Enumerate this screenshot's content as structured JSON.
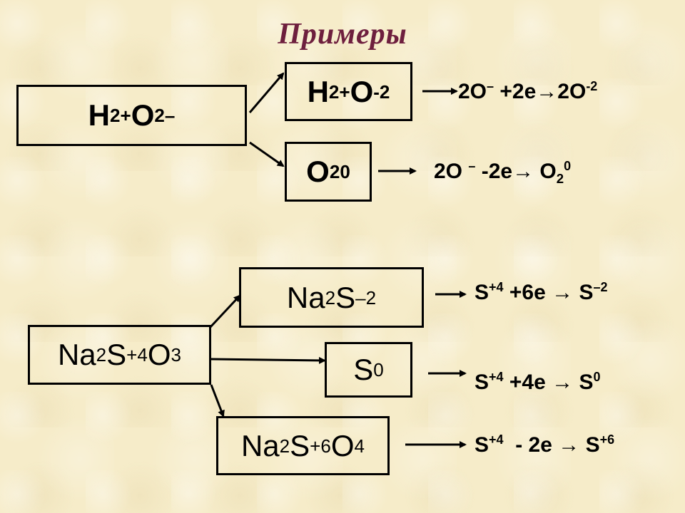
{
  "title": "Примеры",
  "top": {
    "source": {
      "el1": "H",
      "sub1": "2",
      "sup1": "+",
      "el2": "O",
      "sub2": "2",
      "sup2": "–"
    },
    "product_water": {
      "el1": "H",
      "sub1": "2",
      "sup1": "+",
      "el2": "O",
      "sup2": "-2"
    },
    "product_oxygen": {
      "el1": "O",
      "sub1": "2",
      "sup1": "0"
    },
    "eq1": {
      "a": "2O",
      "a_sup": "–",
      "b": " +2e",
      "arrow": "→",
      "c": "2O",
      "c_sup": "-2"
    },
    "eq2": {
      "a": "2O ",
      "a_sup": "–",
      "b": " -2e",
      "arrow": "→",
      "c": " O",
      "c_sub": "2",
      "c_sup": "0"
    }
  },
  "bottom": {
    "source": {
      "el1": "Na",
      "sub1": "2",
      "el2": "S",
      "sup2": "+4",
      "el3": "O",
      "sub3": "3"
    },
    "product_sulfide": {
      "el1": "Na",
      "sub1": "2",
      "el2": "S",
      "sup2": "–2"
    },
    "product_sulfur": {
      "el1": "S",
      "sup1": "0"
    },
    "product_sulfate": {
      "el1": "Na",
      "sub1": "2",
      "el2": "S",
      "sup2": "+6",
      "el3": "O",
      "sub3": "4"
    },
    "eq1": {
      "a": "S",
      "a_sup": "+4",
      "b": " +6e ",
      "arrow": "→",
      "c": " S",
      "c_sup": "–2"
    },
    "eq2": {
      "a": "S",
      "a_sup": "+4",
      "b": " +4e ",
      "arrow": "→",
      "c": " S",
      "c_sup": "0"
    },
    "eq3": {
      "a": "S",
      "a_sup": "+4",
      "b": "  - 2e ",
      "arrow": "→",
      "c": " S",
      "c_sup": "+6"
    }
  }
}
